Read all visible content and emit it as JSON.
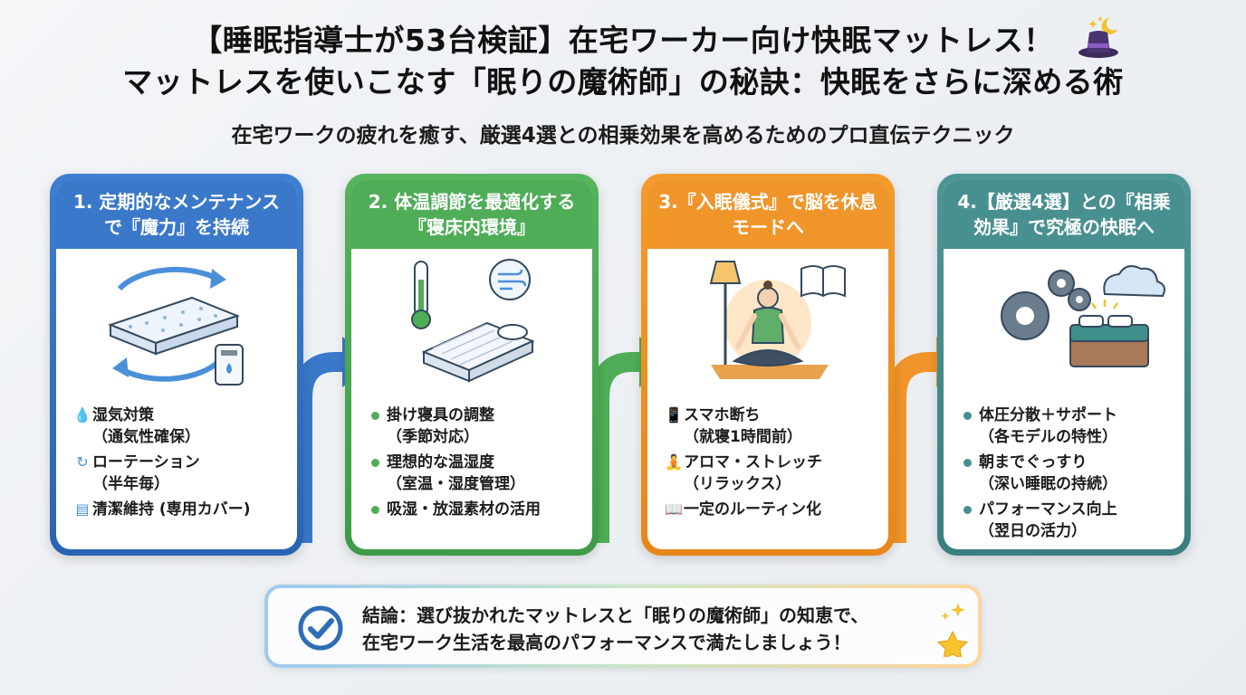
{
  "header": {
    "title_line1": "【睡眠指導士が53台検証】在宅ワーカー向け快眠マットレス！",
    "title_line2": "マットレスを使いこなす「眠りの魔術師」の秘訣：快眠をさらに深める術",
    "subtitle": "在宅ワークの疲れを癒す、厳選4選との相乗効果を高めるためのプロ直伝テクニック",
    "hat_icon": "magic-hat-icon"
  },
  "cards": [
    {
      "title": "1. 定期的なメンテナンスで『魔力』を持続",
      "color": "#3a78c9",
      "illustration": "mattress-rotation-dehumidifier",
      "items": [
        {
          "icon": "water-drop-icon",
          "text": "湿気対策",
          "sub": "（通気性確保）"
        },
        {
          "icon": "rotate-icon",
          "text": "ローテーション",
          "sub": "（半年毎）"
        },
        {
          "icon": "cover-icon",
          "text": "清潔維持 (専用カバー)",
          "sub": ""
        }
      ]
    },
    {
      "title": "2. 体温調節を最適化する『寝床内環境』",
      "color": "#4fad57",
      "illustration": "thermometer-bed-wind",
      "items": [
        {
          "icon": "dot",
          "text": "掛け寝具の調整",
          "sub": "（季節対応）"
        },
        {
          "icon": "dot",
          "text": "理想的な温湿度",
          "sub": "（室温・湿度管理）"
        },
        {
          "icon": "dot",
          "text": "吸湿・放湿素材の活用",
          "sub": ""
        }
      ]
    },
    {
      "title": "3.『入眠儀式』で脳を休息モードへ",
      "color": "#f0952a",
      "illustration": "meditation-lamp-book",
      "items": [
        {
          "icon": "phone-icon",
          "text": "スマホ断ち",
          "sub": "（就寝1時間前）"
        },
        {
          "icon": "yoga-icon",
          "text": "アロマ・ストレッチ",
          "sub": "（リラックス）"
        },
        {
          "icon": "book-icon",
          "text": "一定のルーティン化",
          "sub": ""
        }
      ]
    },
    {
      "title": "4.【厳選4選】との『相乗効果』で究極の快眠へ",
      "color": "#488f90",
      "illustration": "gears-cloud-bed",
      "items": [
        {
          "icon": "dot",
          "text": "体圧分散＋サポート",
          "sub": "（各モデルの特性）"
        },
        {
          "icon": "dot",
          "text": "朝までぐっすり",
          "sub": "（深い睡眠の持続）"
        },
        {
          "icon": "dot",
          "text": "パフォーマンス向上",
          "sub": "（翌日の活力）"
        }
      ]
    }
  ],
  "conclusion": {
    "line1": "結論：選び抜かれたマットレスと「眠りの魔術師」の知恵で、",
    "line2": "在宅ワーク生活を最高のパフォーマンスで満たしましょう！",
    "check_icon": "check-circle-icon",
    "sparkle_icon": "sparkle-star-icon"
  }
}
